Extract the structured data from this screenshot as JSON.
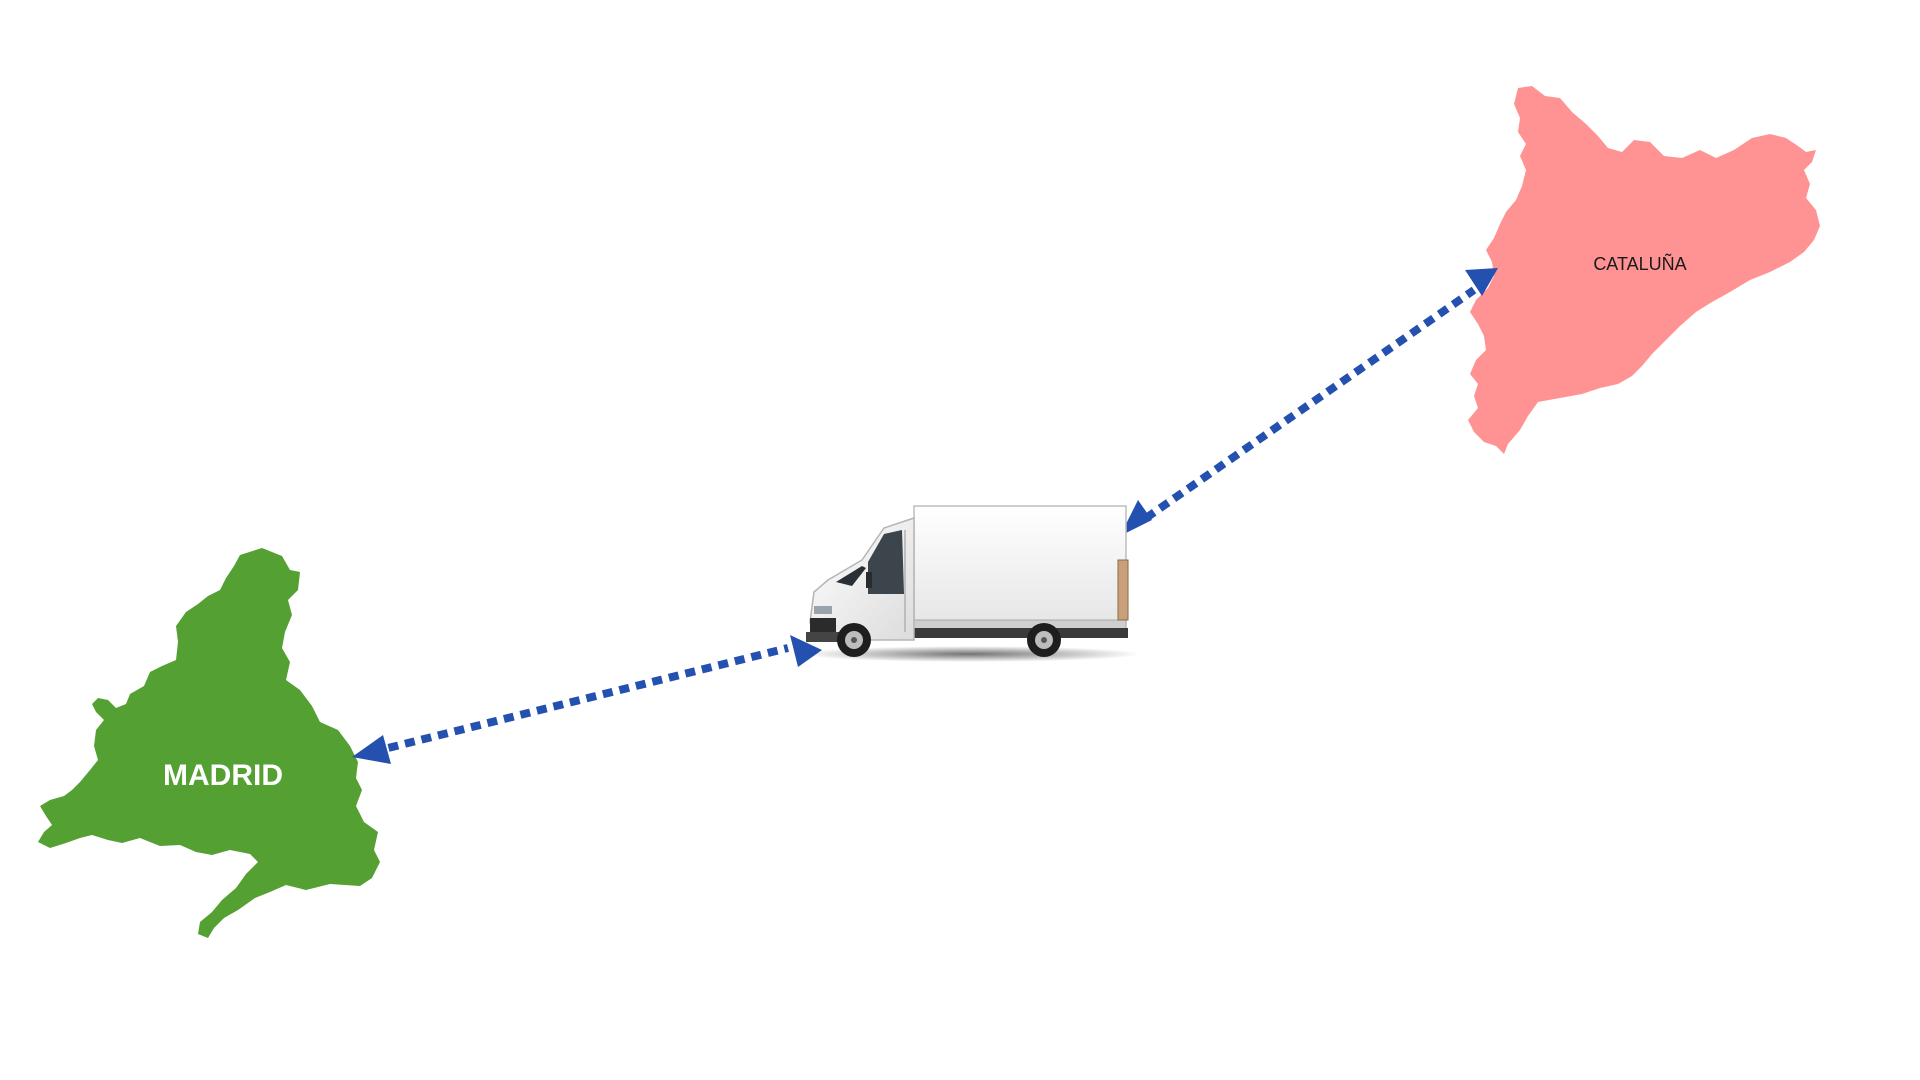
{
  "regions": {
    "madrid": {
      "label": "MADRID",
      "color": "#55a033",
      "label_color": "#ffffff"
    },
    "cataluna": {
      "label": "CATALUÑA",
      "color": "#ff9393",
      "label_color": "#1a1a1a"
    }
  },
  "connector": {
    "color": "#2450b0",
    "style": "dotted-double-arrow"
  },
  "vehicle": {
    "type": "box-truck",
    "body_color": "#ffffff"
  }
}
